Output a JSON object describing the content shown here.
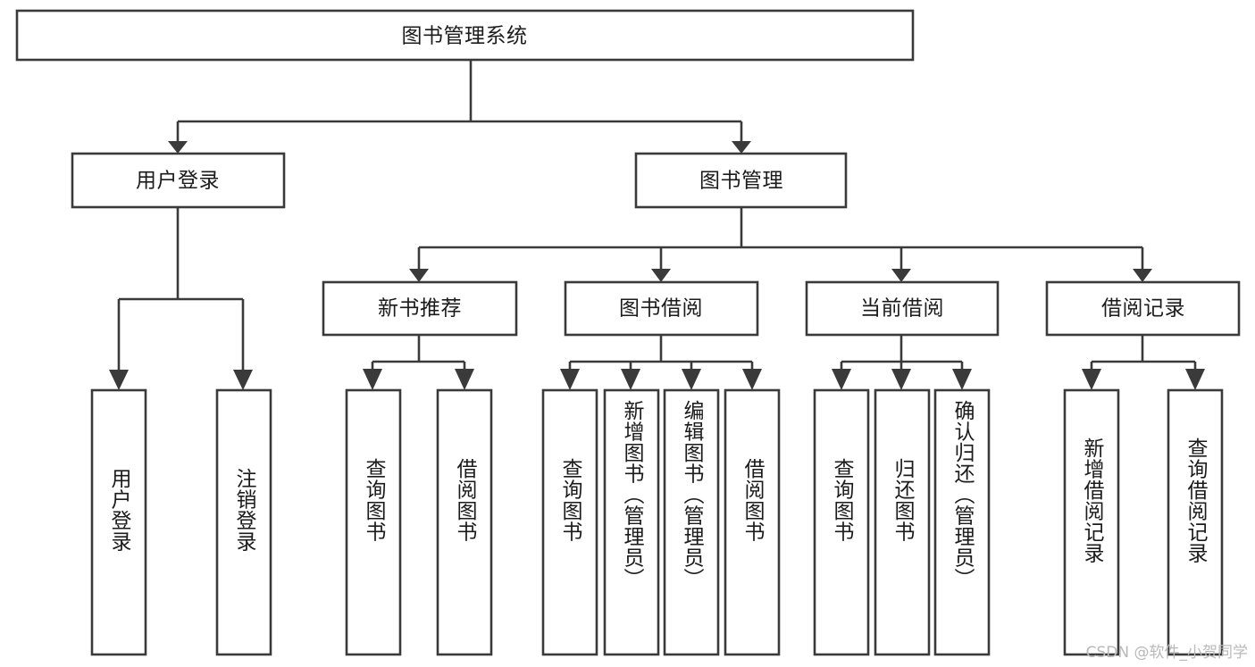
{
  "diagram": {
    "type": "tree",
    "title": "图书管理系统",
    "watermark": "CSDN @软件_小贺同学",
    "colors": {
      "background": "#ffffff",
      "stroke": "#3a3a3a",
      "text": "#1b1b1b",
      "watermark": "#b9b9b9"
    },
    "root": {
      "label": "图书管理系统"
    },
    "level1": [
      {
        "label": "用户登录"
      },
      {
        "label": "图书管理"
      }
    ],
    "level2": [
      {
        "label": "新书推荐",
        "parent": "图书管理"
      },
      {
        "label": "图书借阅",
        "parent": "图书管理"
      },
      {
        "label": "当前借阅",
        "parent": "图书管理"
      },
      {
        "label": "借阅记录",
        "parent": "图书管理"
      }
    ],
    "leaves": {
      "user_login": [
        {
          "label": "用户登录"
        },
        {
          "label": "注销登录"
        }
      ],
      "new_book_recommend": [
        {
          "label": "查询图书"
        },
        {
          "label": "借阅图书"
        }
      ],
      "book_borrow": [
        {
          "label": "查询图书"
        },
        {
          "label": "新增图书（管理员）"
        },
        {
          "label": "编辑图书（管理员）"
        },
        {
          "label": "借阅图书"
        }
      ],
      "current_borrow": [
        {
          "label": "查询图书"
        },
        {
          "label": "归还图书"
        },
        {
          "label": "确认归还（管理员）"
        }
      ],
      "borrow_record": [
        {
          "label": "新增借阅记录"
        },
        {
          "label": "查询借阅记录"
        }
      ]
    }
  }
}
